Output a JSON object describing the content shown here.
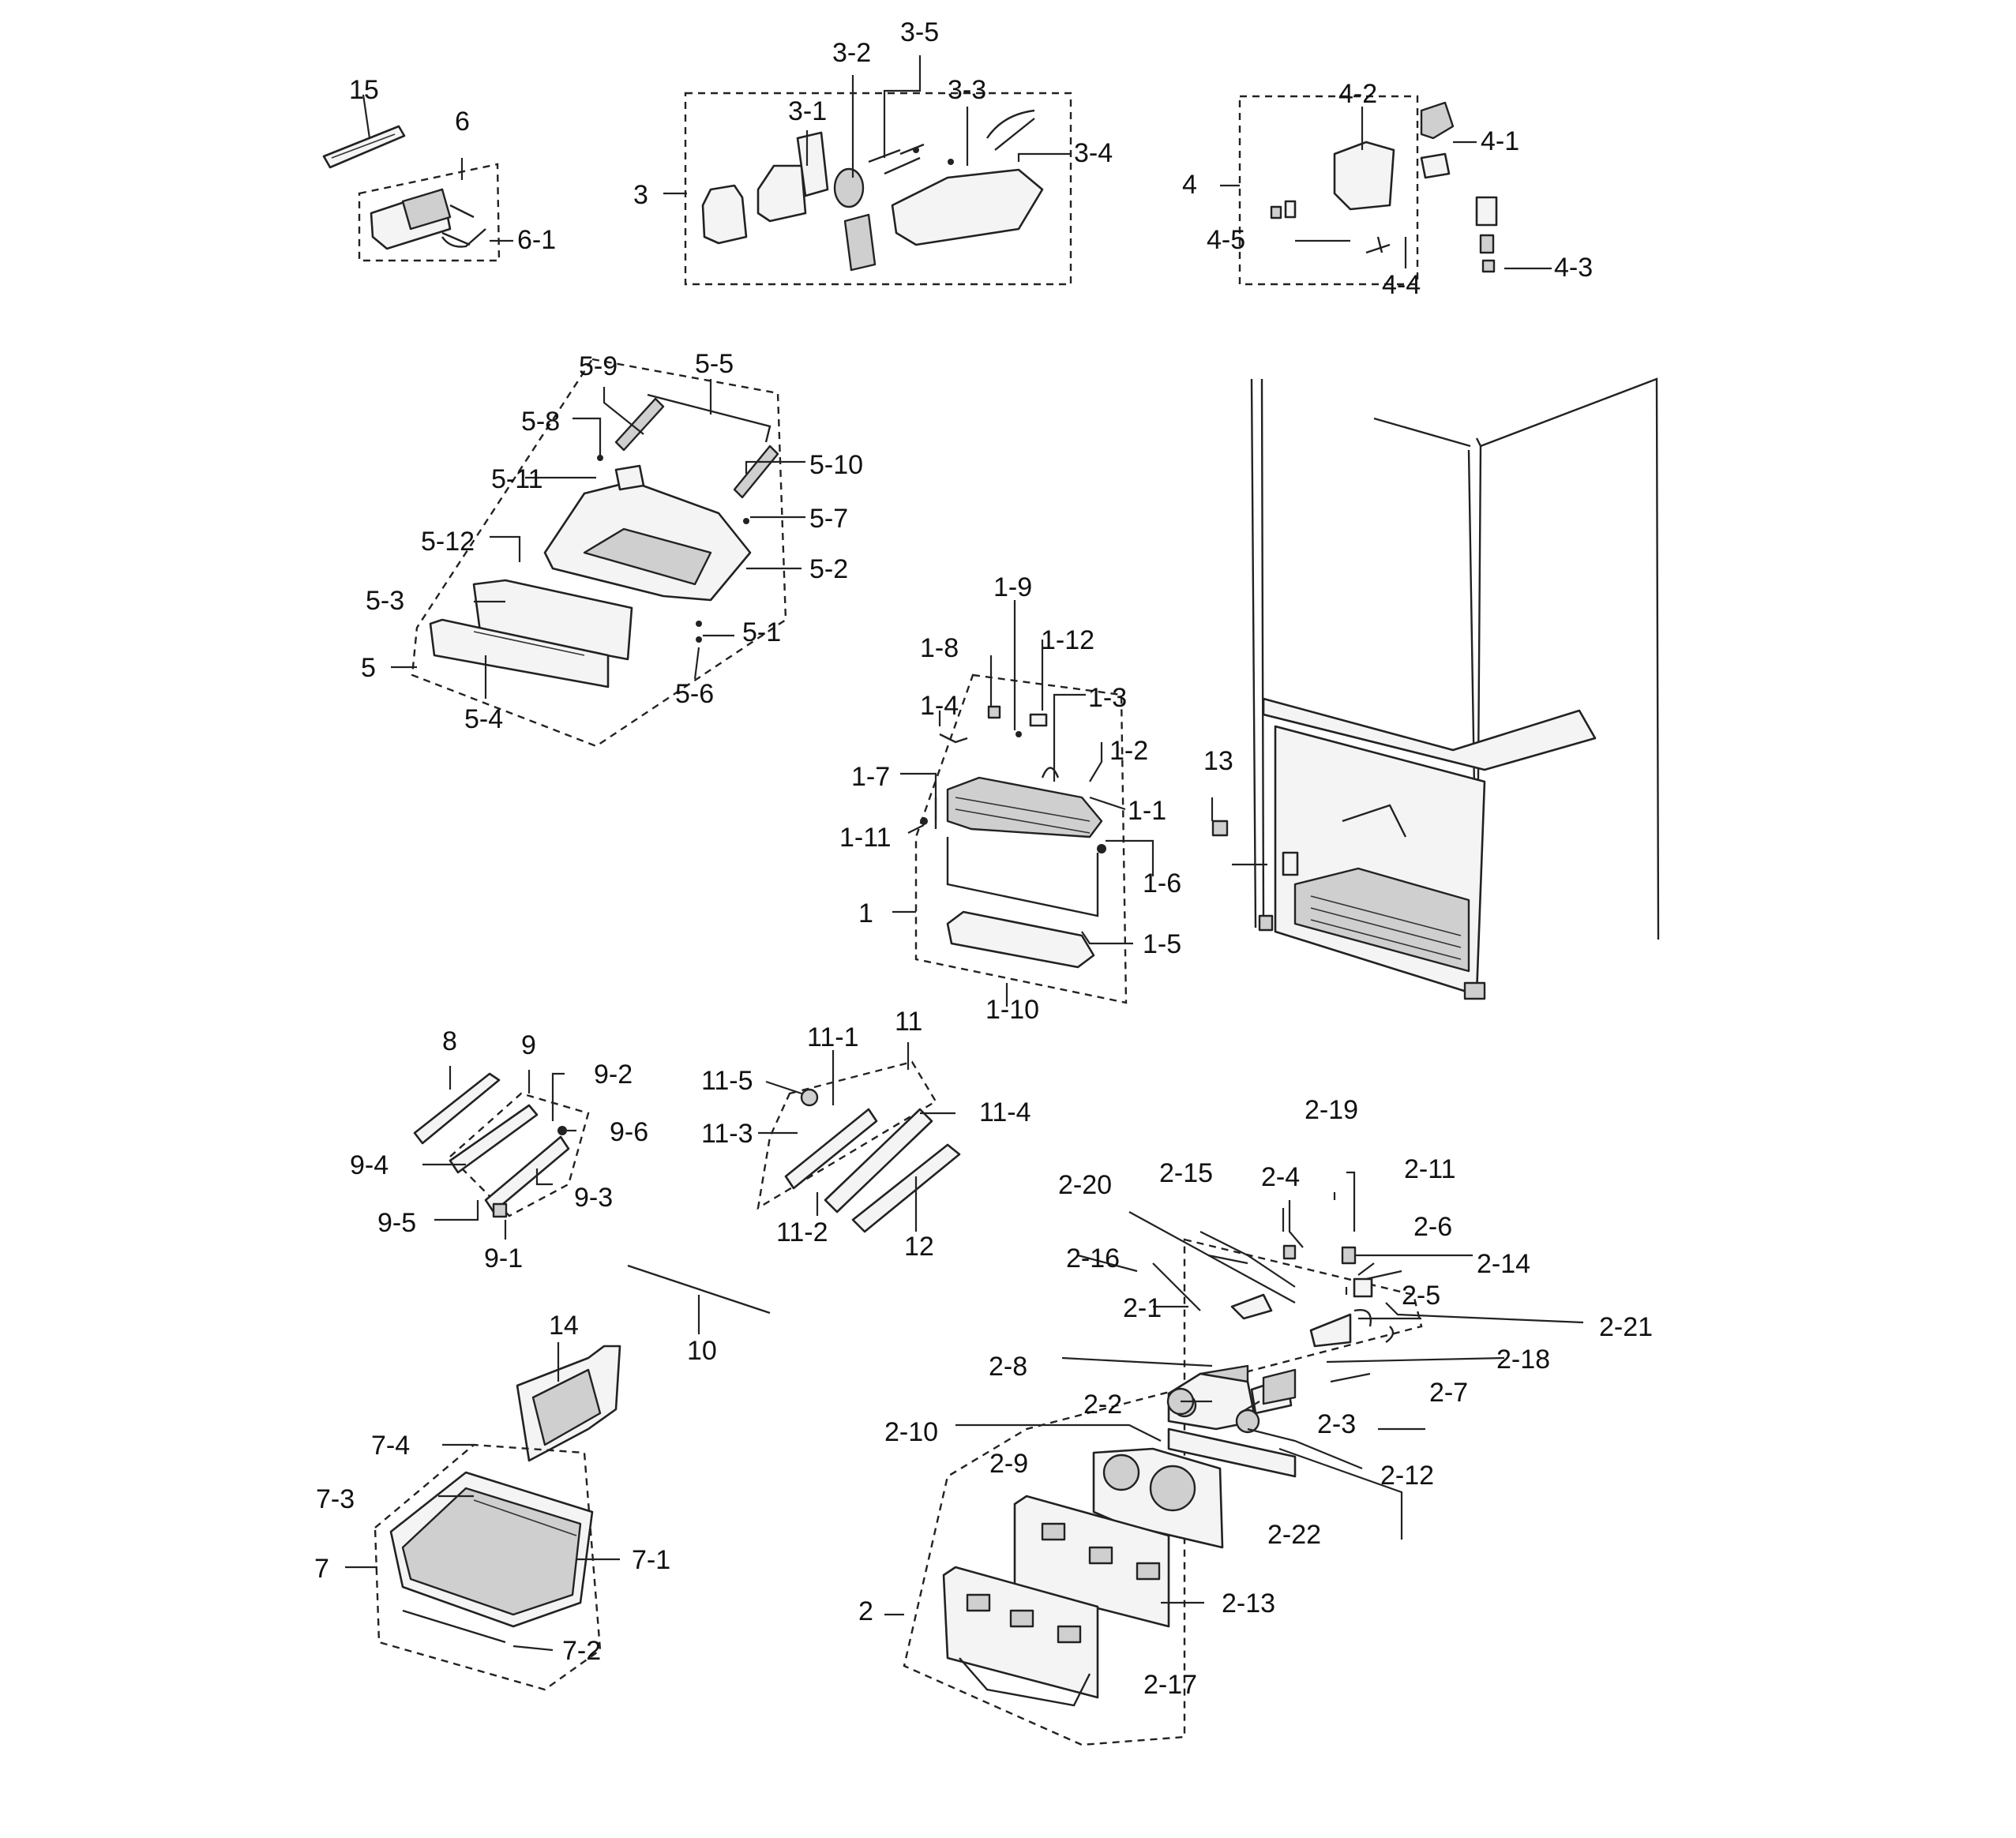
{
  "diagram": {
    "labels": [
      "15",
      "6",
      "6-1",
      "3",
      "3-1",
      "3-2",
      "3-3",
      "3-4",
      "3-5",
      "4",
      "4-1",
      "4-2",
      "4-3",
      "4-4",
      "4-5",
      "5",
      "5-1",
      "5-2",
      "5-3",
      "5-4",
      "5-5",
      "5-6",
      "5-7",
      "5-8",
      "5-9",
      "5-10",
      "5-11",
      "5-12",
      "1",
      "1-1",
      "1-2",
      "1-3",
      "1-4",
      "1-5",
      "1-6",
      "1-7",
      "1-8",
      "1-9",
      "1-10",
      "1-11",
      "1-12",
      "13",
      "8",
      "9",
      "9-1",
      "9-2",
      "9-3",
      "9-4",
      "9-5",
      "9-6",
      "11",
      "11-1",
      "11-2",
      "11-3",
      "11-4",
      "11-5",
      "12",
      "10",
      "14",
      "7",
      "7-1",
      "7-2",
      "7-3",
      "7-4",
      "2",
      "2-1",
      "2-2",
      "2-3",
      "2-4",
      "2-5",
      "2-6",
      "2-7",
      "2-8",
      "2-9",
      "2-10",
      "2-11",
      "2-12",
      "2-13",
      "2-14",
      "2-15",
      "2-16",
      "2-17",
      "2-18",
      "2-19",
      "2-20",
      "2-21",
      "2-22"
    ]
  }
}
